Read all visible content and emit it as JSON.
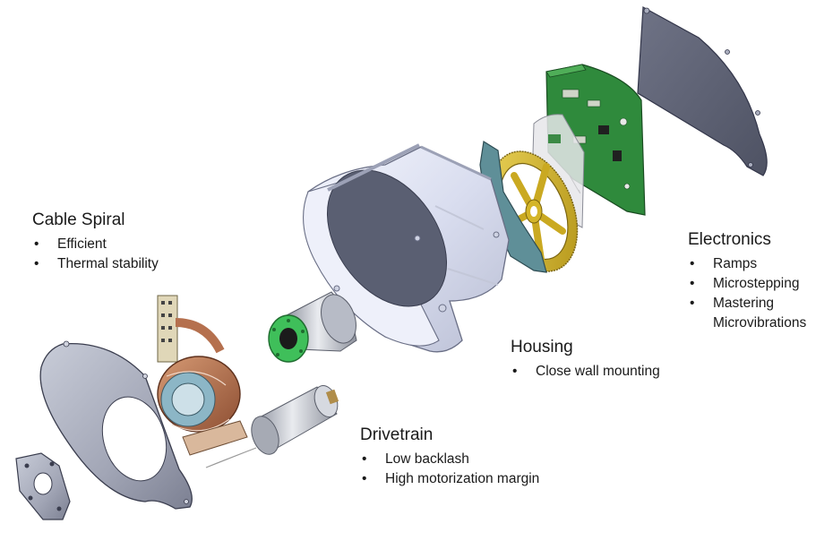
{
  "labels": {
    "cable_spiral": {
      "title": "Cable Spiral",
      "bullets": [
        "Efficient",
        "Thermal stability"
      ]
    },
    "electronics": {
      "title": "Electronics",
      "bullets": [
        "Ramps",
        "Microstepping",
        "Mastering",
        "Microvibrations"
      ]
    },
    "housing": {
      "title": "Housing",
      "bullets": [
        "Close wall mounting"
      ]
    },
    "drivetrain": {
      "title": "Drivetrain",
      "bullets": [
        "Low backlash",
        "High motorization margin"
      ]
    }
  },
  "colors": {
    "metal": "#a9adbd",
    "metal_dark": "#595d6e",
    "housing": "#dfe3f4",
    "copper": "#b5704e",
    "gear": "#d4b528",
    "pcb": "#2f8a3c",
    "teal_plate": "#5f8f98",
    "green_flange": "#3fbf5a"
  }
}
